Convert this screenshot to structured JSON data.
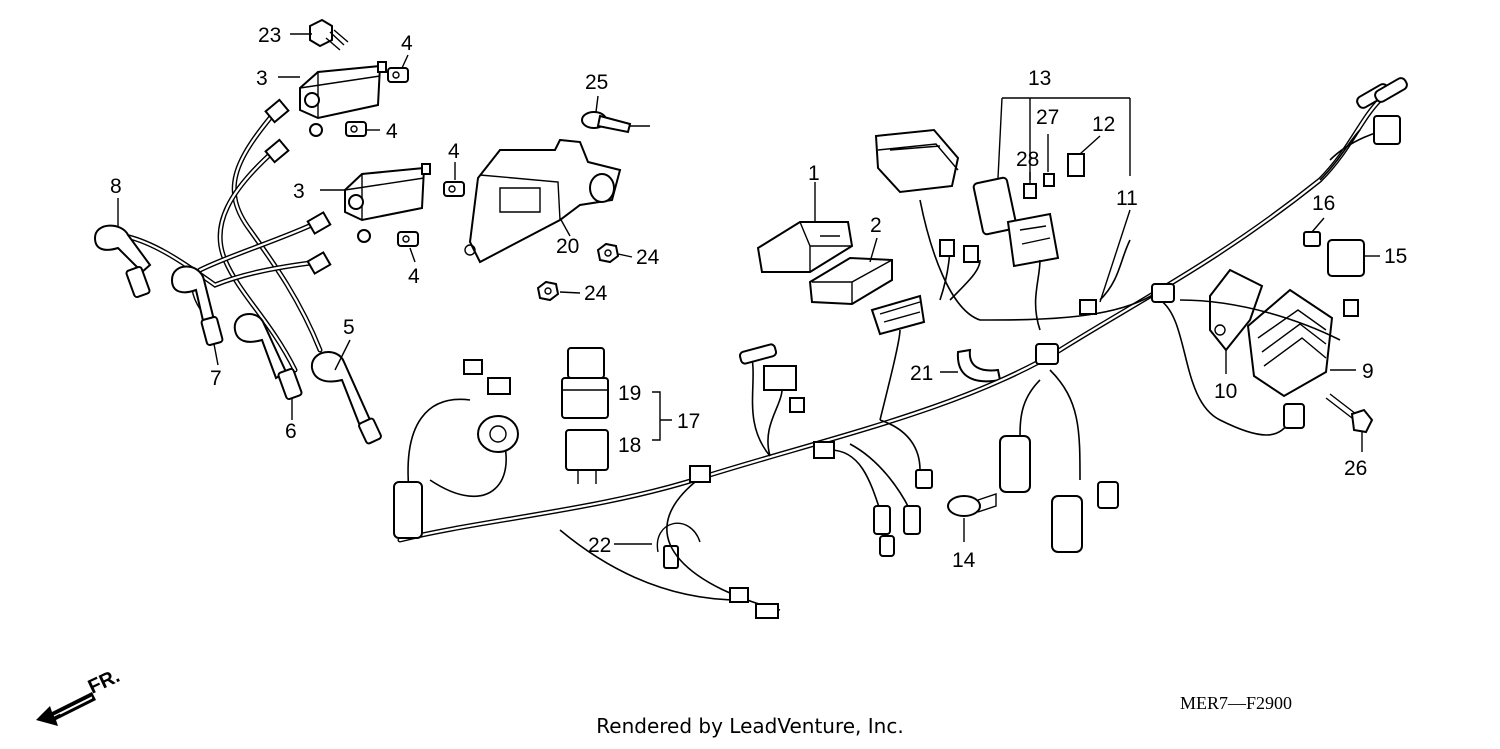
{
  "callouts": [
    "1",
    "2",
    "3",
    "3",
    "4",
    "4",
    "4",
    "4",
    "5",
    "6",
    "7",
    "8",
    "9",
    "10",
    "11",
    "12",
    "13",
    "14",
    "15",
    "16",
    "17",
    "18",
    "19",
    "20",
    "21",
    "22",
    "23",
    "24",
    "24",
    "25",
    "26",
    "27",
    "28"
  ],
  "front_marker": {
    "text": "FR.",
    "icon": "front-direction-arrow-icon"
  },
  "diagram_code": "MER7—F2900",
  "footer": "Rendered by LeadVenture, Inc."
}
